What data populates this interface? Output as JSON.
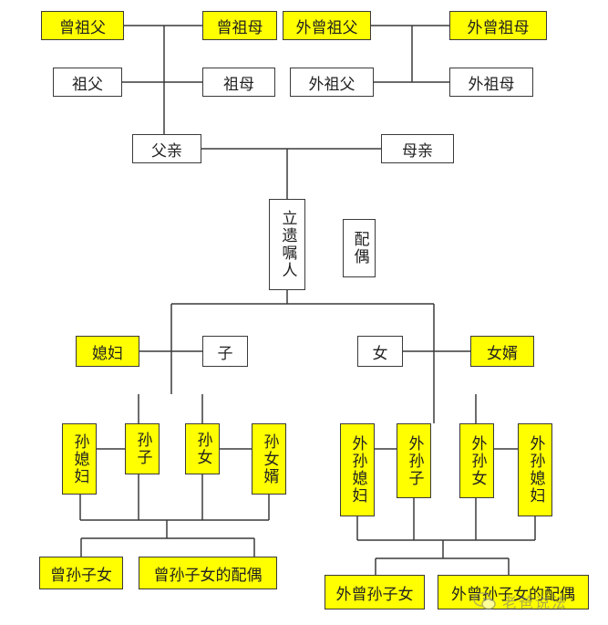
{
  "nodes": {
    "great_grandfather": "曾祖父",
    "great_grandmother": "曾祖母",
    "maternal_great_grandfather": "外曾祖父",
    "maternal_great_grandmother": "外曾祖母",
    "grandfather": "祖父",
    "grandmother": "祖母",
    "maternal_grandfather": "外祖父",
    "maternal_grandmother": "外祖母",
    "father": "父亲",
    "mother": "母亲",
    "testator": "立遗嘱人",
    "spouse": "配偶",
    "daughter_in_law": "媳妇",
    "son": "子",
    "daughter": "女",
    "son_in_law": "女婿",
    "grandson_wife": "孙媳妇",
    "grandson": "孙子",
    "granddaughter": "孙女",
    "granddaughter_husband": "孙女婿",
    "maternal_grandson_wife_1": "外孙媳妇",
    "maternal_grandson": "外孙子",
    "maternal_granddaughter": "外孙女",
    "maternal_grandson_wife_2": "外孙媳妇",
    "great_grandchildren": "曾孙子女",
    "great_grandchildren_spouses": "曾孙子女的配偶",
    "maternal_great_grandchildren": "外曾孙子女",
    "maternal_great_grandchildren_spouses": "外曾孙子女的配偶"
  },
  "watermark": {
    "text": "老爸说法",
    "logo_icon": "wechat-bubble-icon"
  },
  "colors": {
    "highlight": "#ffff00",
    "line": "#3a3a3a",
    "border": "#3a3a3a"
  }
}
